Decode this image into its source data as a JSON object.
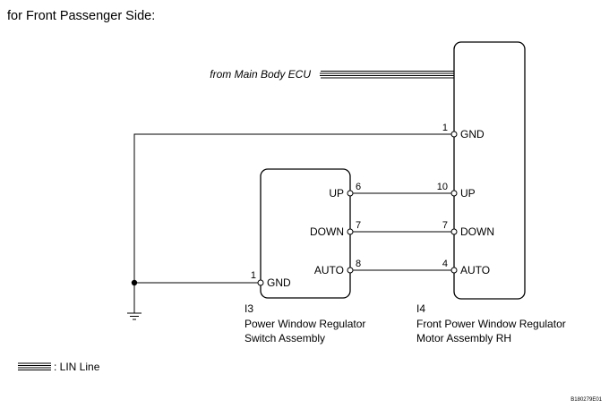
{
  "title": "for Front Passenger Side:",
  "source_label": "from Main Body ECU",
  "switch_assembly": {
    "code": "I3",
    "name_line1": "Power Window Regulator",
    "name_line2": "Switch Assembly",
    "terminals": [
      {
        "pin": "6",
        "name": "UP"
      },
      {
        "pin": "7",
        "name": "DOWN"
      },
      {
        "pin": "8",
        "name": "AUTO"
      },
      {
        "pin": "1",
        "name": "GND"
      }
    ]
  },
  "motor_assembly": {
    "code": "I4",
    "name_line1": "Front Power Window Regulator",
    "name_line2": "Motor Assembly RH",
    "terminals": [
      {
        "pin": "1",
        "name": "GND"
      },
      {
        "pin": "10",
        "name": "UP"
      },
      {
        "pin": "7",
        "name": "DOWN"
      },
      {
        "pin": "4",
        "name": "AUTO"
      }
    ]
  },
  "legend": {
    "label": ": LIN Line"
  },
  "figure_code": "B180279E01"
}
